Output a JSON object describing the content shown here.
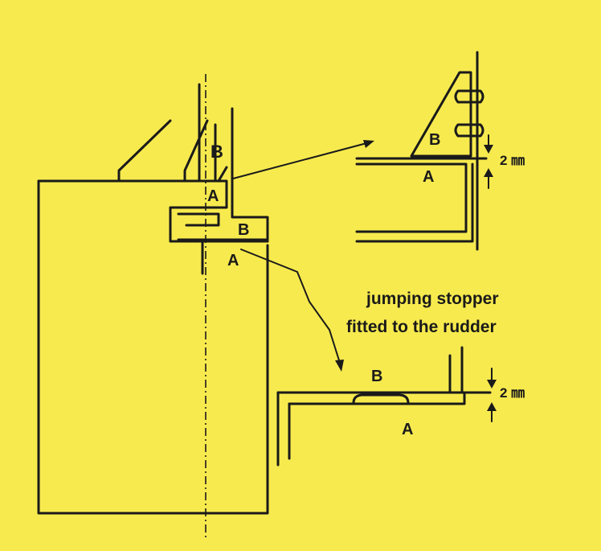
{
  "labels": {
    "main_b_upper": "B",
    "main_a_upper": "A",
    "main_b_lower": "B",
    "main_a_lower": "A",
    "detail1_b": "B",
    "detail1_a": "A",
    "detail1_gap": "2 ㎜",
    "detail2_b": "B",
    "detail2_a": "A",
    "detail2_gap": "2 ㎜"
  },
  "caption": {
    "line1": "jumping stopper",
    "line2": "fitted to the rudder"
  },
  "colors": {
    "background": "#f7ea4e",
    "ink": "#1a1a1a"
  }
}
